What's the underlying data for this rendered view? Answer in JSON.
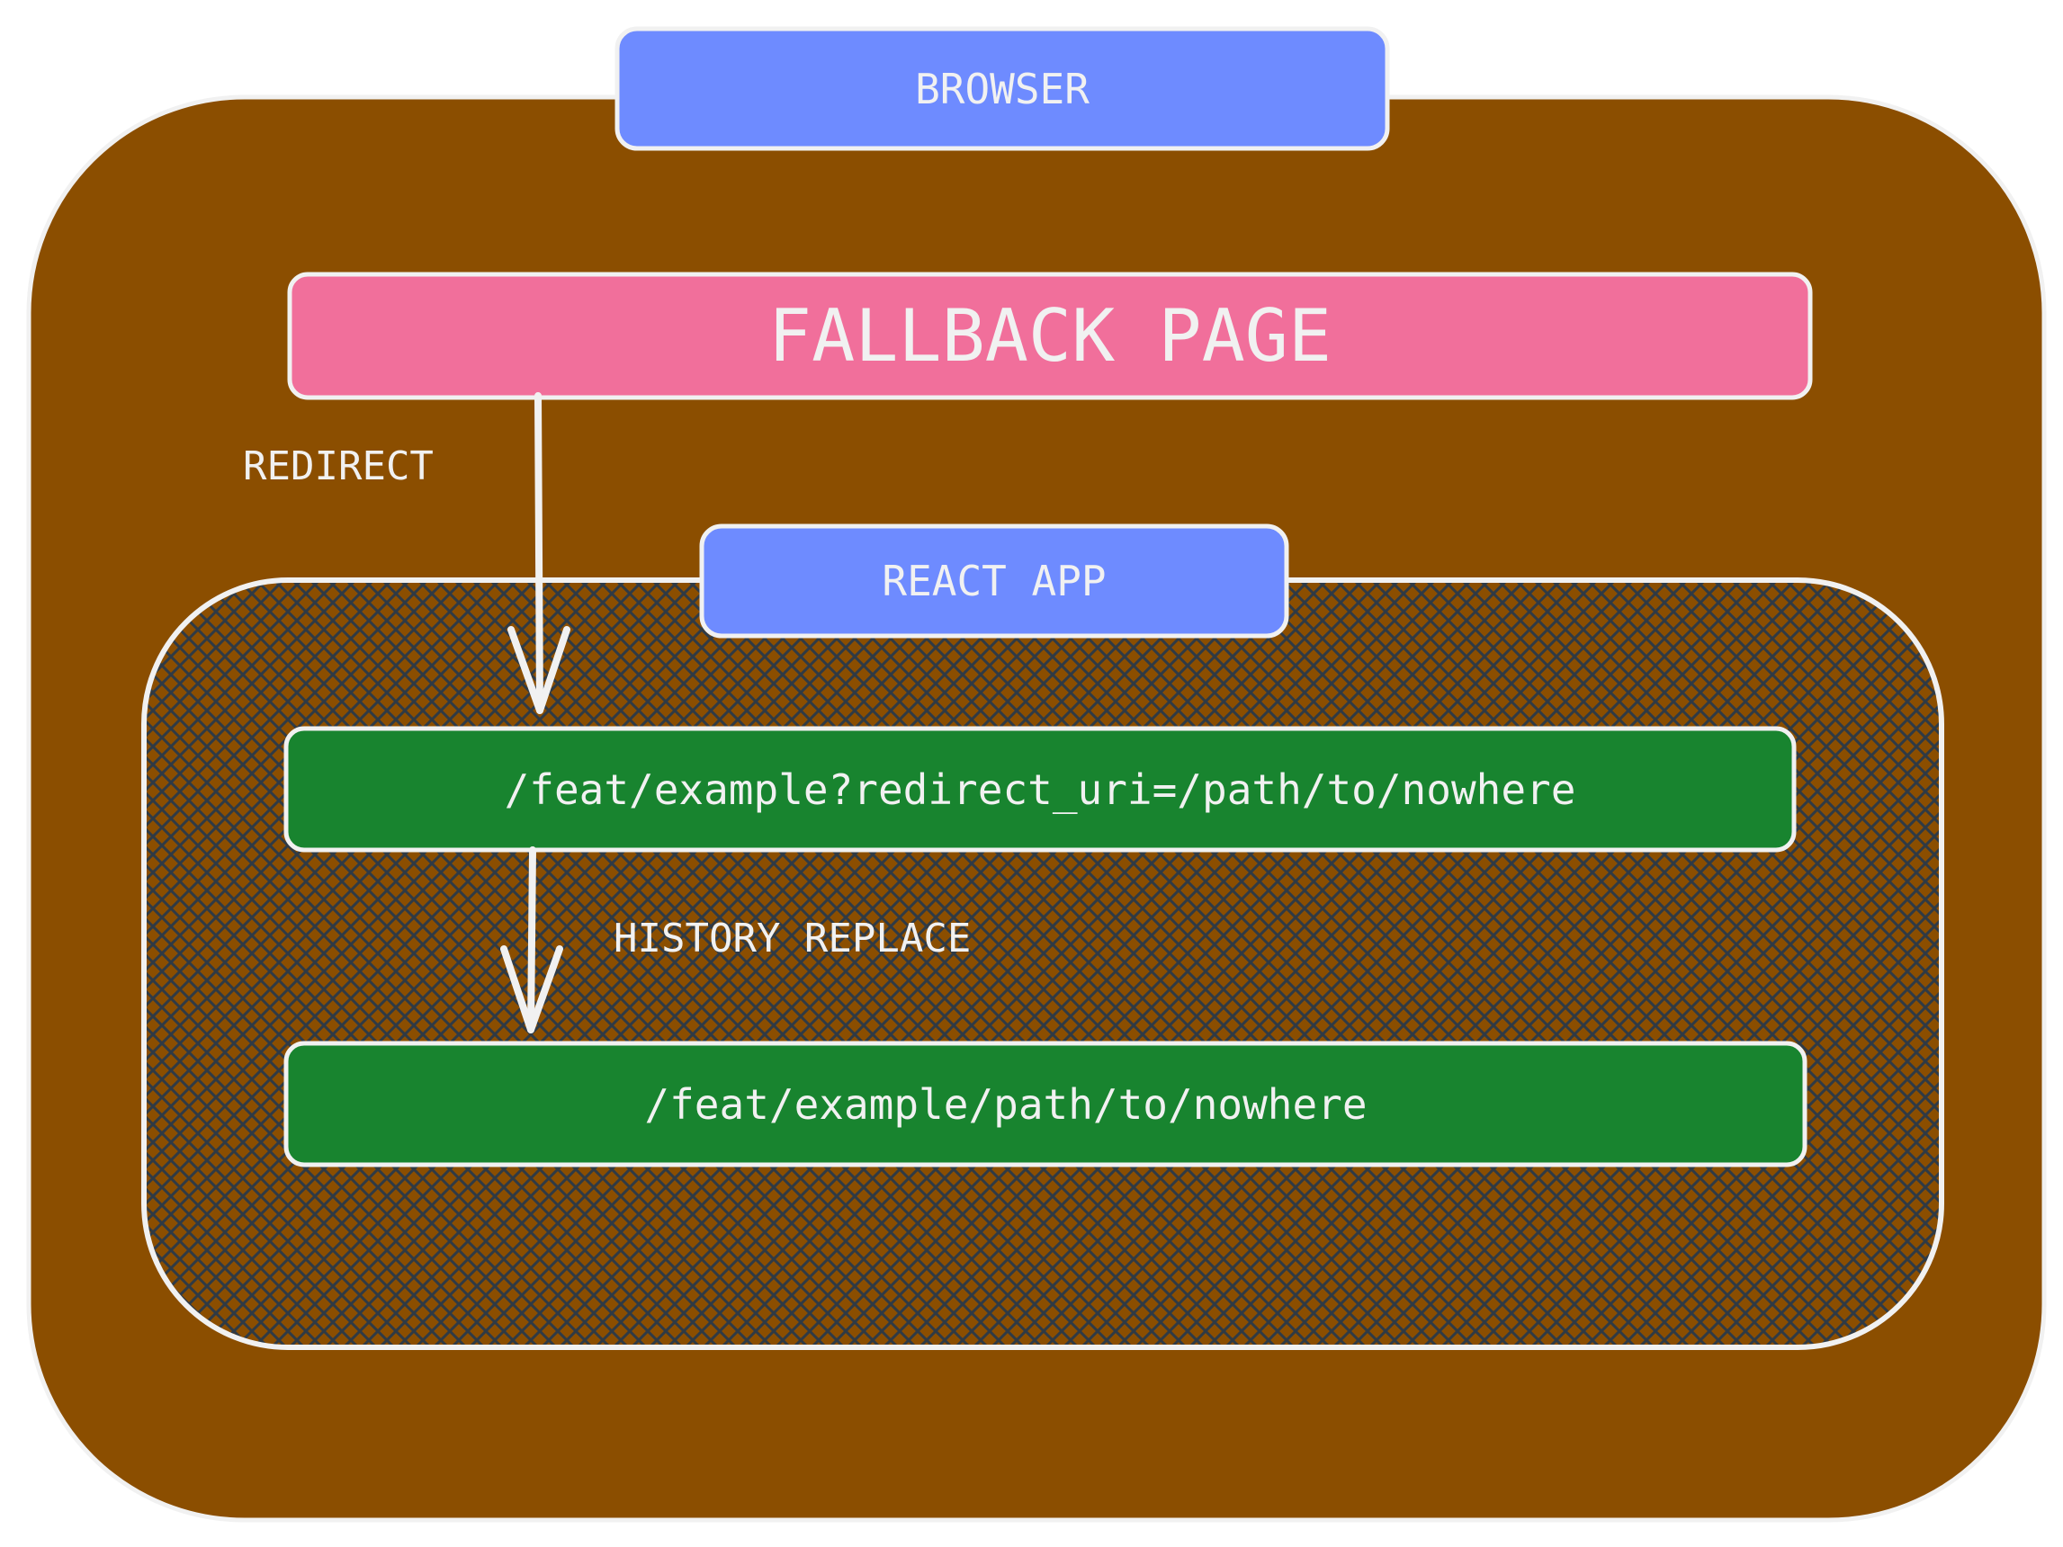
{
  "diagram": {
    "browser_label": "BROWSER",
    "fallback_label": "FALLBACK PAGE",
    "redirect_label": "REDIRECT",
    "react_app_label": "REACT APP",
    "url_redirect": "/feat/example?redirect_uri=/path/to/nowhere",
    "history_replace_label": "HISTORY REPLACE",
    "url_final": "/feat/example/path/to/nowhere"
  },
  "colors": {
    "browser_bg": "#8b4e00",
    "browser_tab": "#6e8bff",
    "fallback": "#f16f9b",
    "react_tab": "#6e8bff",
    "url_box": "#18842f",
    "outline": "#f1f1f1",
    "hatch": "#2f3a45"
  }
}
